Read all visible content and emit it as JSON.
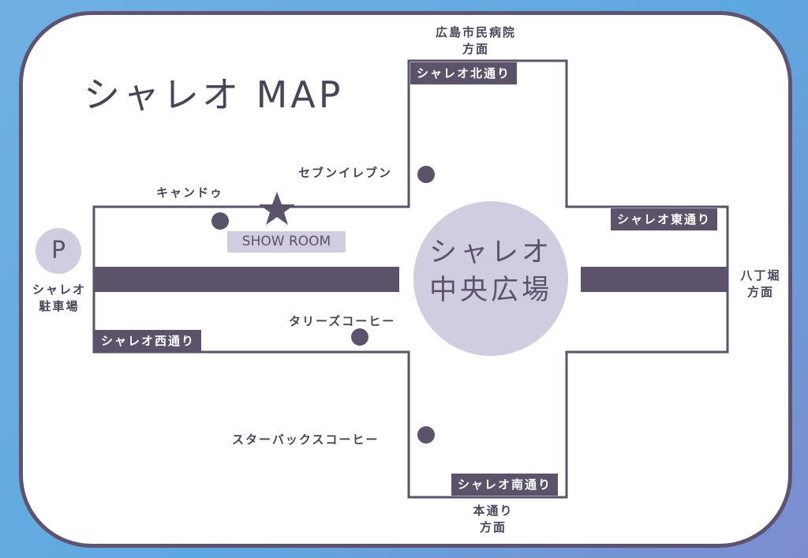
{
  "title": "シャレオ MAP",
  "directions": {
    "hospital_l1": "広島市民病院",
    "hospital_l2": "方面",
    "hatchobori_l1": "八丁堀",
    "hatchobori_l2": "方面",
    "hondori_l1": "本通り",
    "hondori_l2": "方面"
  },
  "streets": {
    "north": "シャレオ北通り",
    "east": "シャレオ東通り",
    "west": "シャレオ西通り",
    "south": "シャレオ南通り"
  },
  "shops": {
    "seven": "セブンイレブン",
    "candoo": "キャンドゥ",
    "tullys": "タリーズコーヒー",
    "starbucks": "スターバックスコーヒー"
  },
  "showroom": "SHOW ROOM",
  "plaza": {
    "line1": "シャレオ",
    "line2": "中央広場"
  },
  "parking": {
    "symbol": "P",
    "line1": "シャレオ",
    "line2": "駐車場"
  },
  "colors": {
    "dark": "#5b5369",
    "light": "#d0cde0",
    "border": "#5e5472"
  }
}
